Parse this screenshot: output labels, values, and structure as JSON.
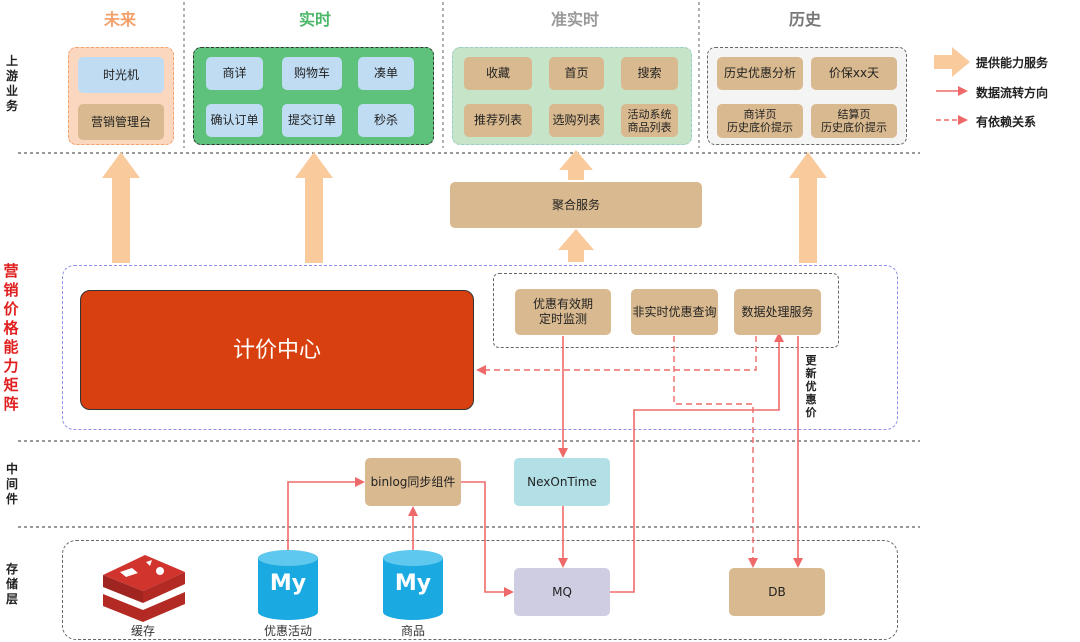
{
  "columns": [
    {
      "title": "未来",
      "color": "#f4a06a"
    },
    {
      "title": "实时",
      "color": "#4bb86a"
    },
    {
      "title": "准实时",
      "color": "#999999"
    },
    {
      "title": "历史",
      "color": "#777777"
    }
  ],
  "row_labels": {
    "upstream": "上游业务",
    "matrix": "营销价格能力矩阵",
    "middleware": "中间件",
    "storage": "存储层"
  },
  "future": {
    "items": [
      "时光机",
      "营销管理台"
    ]
  },
  "realtime": {
    "items": [
      "商详",
      "购物车",
      "凑单",
      "确认订单",
      "提交订单",
      "秒杀"
    ]
  },
  "nearrealtime": {
    "items": [
      "收藏",
      "首页",
      "搜索",
      "推荐列表",
      "选购列表",
      "活动系统\n商品列表"
    ]
  },
  "history": {
    "items": [
      "历史优惠分析",
      "价保xx天",
      "商详页\n历史底价提示",
      "结算页\n历史底价提示"
    ]
  },
  "aggregation": "聚合服务",
  "pricing_center": "计价中心",
  "services": [
    "优惠有效期\n定时监测",
    "非实时优惠查询",
    "数据处理服务"
  ],
  "update_label": "更新优惠价",
  "middleware": {
    "binlog": "binlog同步组件",
    "nexontime": "NexOnTime"
  },
  "storage": {
    "cache": "缓存",
    "promo": "优惠活动",
    "goods": "商品",
    "mq": "MQ",
    "db": "DB",
    "mysql_glyph": "My"
  },
  "legend": [
    {
      "label": "提供能力服务",
      "kind": "thick-arrow"
    },
    {
      "label": "数据流转方向",
      "kind": "solid-arrow"
    },
    {
      "label": "有依赖关系",
      "kind": "dashed-arrow"
    }
  ],
  "colors": {
    "capability": "#f9cb9c",
    "flow": "#ee6a6a",
    "pricing": "#d9400f",
    "tan": "#d9b98f",
    "nexontime": "#b2e0e6",
    "mq": "#cfcde2",
    "mysql": "#1ba9e1",
    "redis": "#d1332d"
  }
}
